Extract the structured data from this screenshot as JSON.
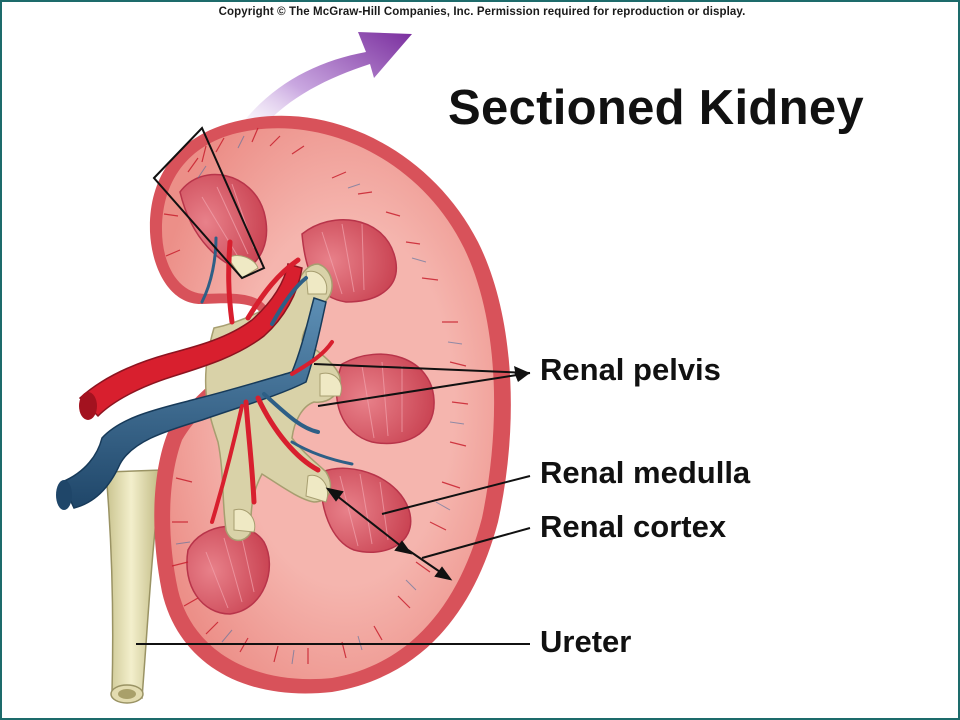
{
  "copyright": "Copyright © The McGraw-Hill Companies, Inc. Permission required for reproduction or display.",
  "title": "Sectioned Kidney",
  "labels": {
    "pelvis": "Renal pelvis",
    "medulla": "Renal medulla",
    "cortex": "Renal cortex",
    "ureter": "Ureter"
  },
  "colors": {
    "frame": "#1d6b6b",
    "capsule": "#d8525a",
    "cortex": "#f2aaa6",
    "medulla": "#cf4e5c",
    "pelvis": "#d9d2a8",
    "artery": "#d81f2e",
    "vein": "#2e5f86",
    "arrow": "#8a3fb0"
  }
}
